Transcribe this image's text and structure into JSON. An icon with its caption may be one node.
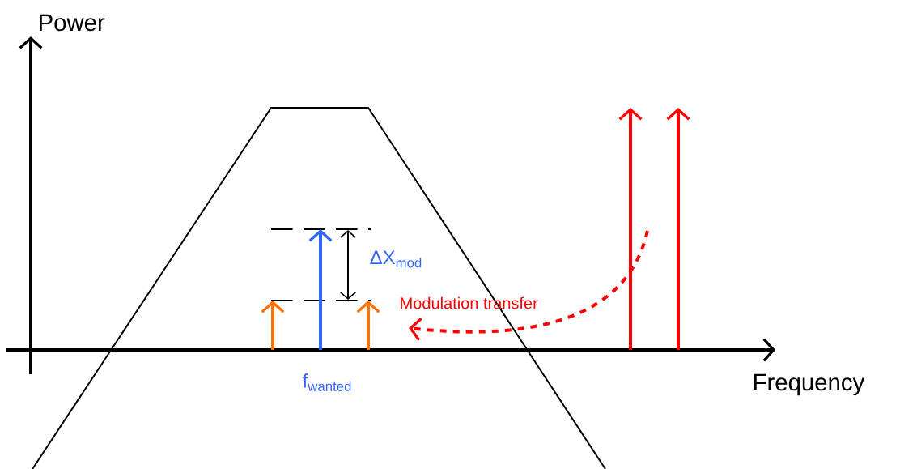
{
  "diagram": {
    "labels": [
      "Power",
      "Frequency",
      "ΔX$_{mod}$",
      "f$_{wanted}$",
      "Modulation transfer"
    ]
  }
}
